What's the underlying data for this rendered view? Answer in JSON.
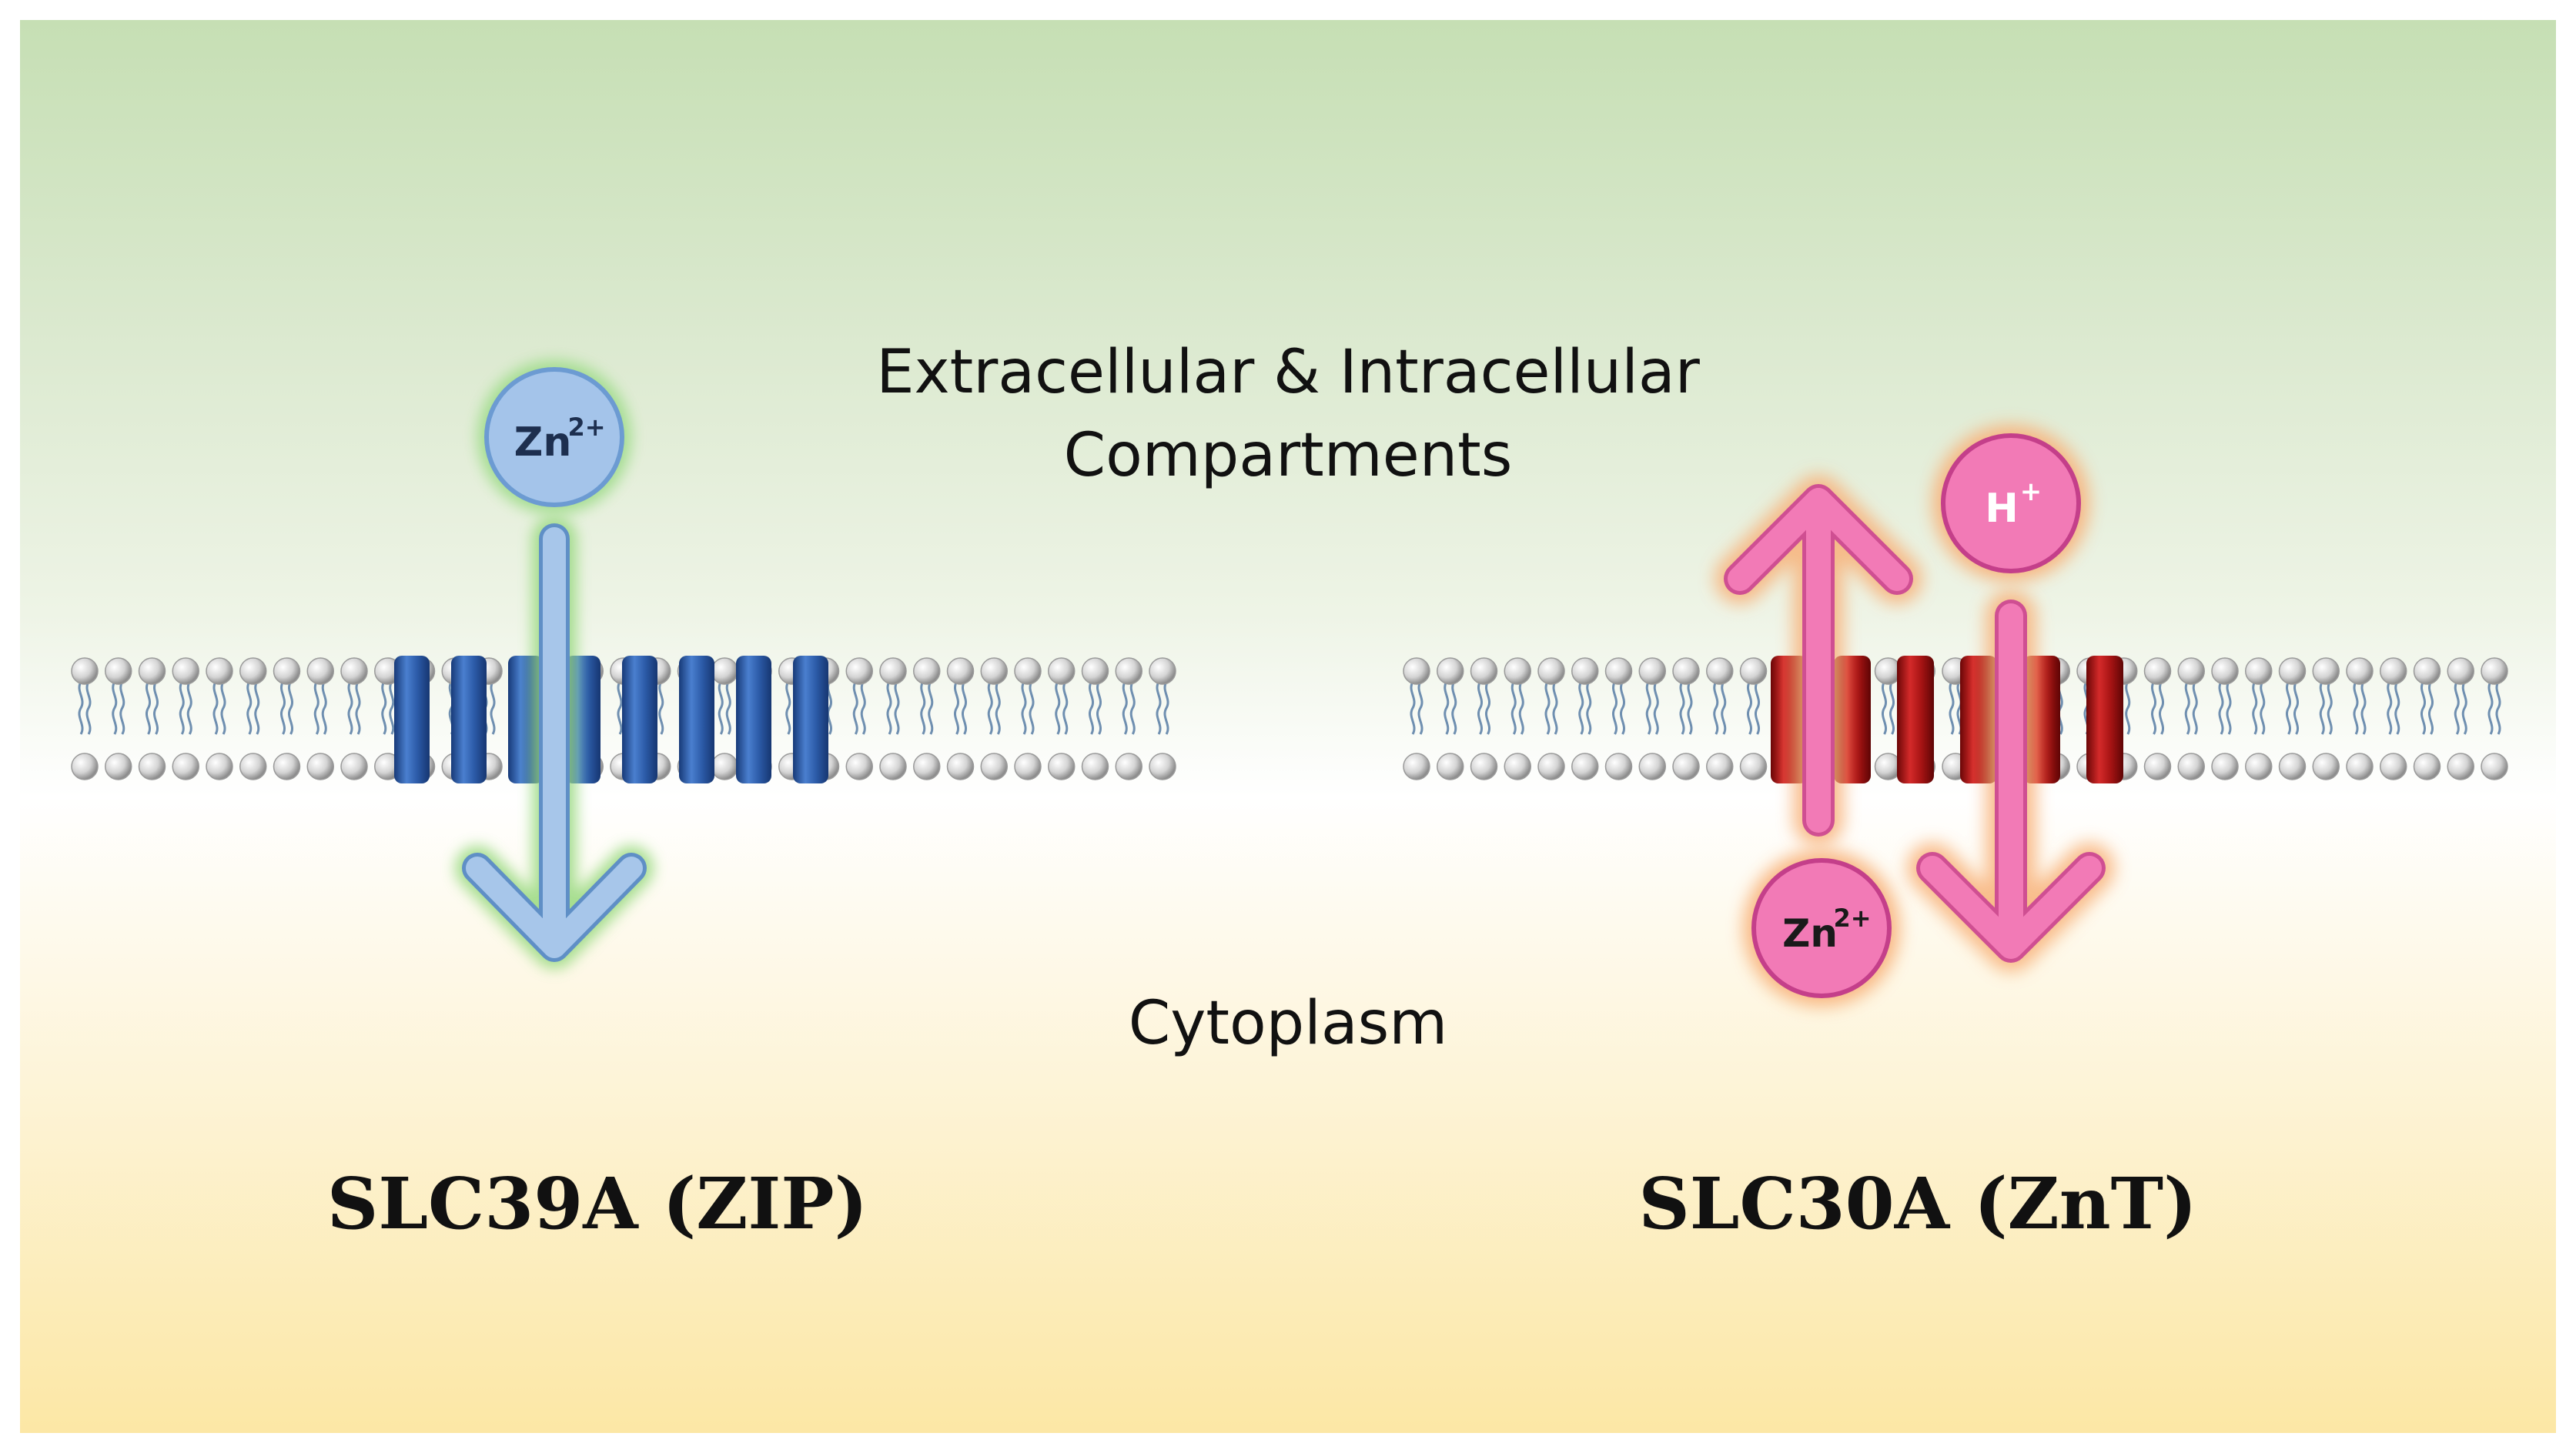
{
  "compartments": {
    "top_line1": "Extracellular & Intracellular",
    "top_line2": "Compartments",
    "bottom": "Cytoplasm"
  },
  "ions": {
    "zinc": "Zn",
    "zinc_charge": "2+",
    "proton": "H",
    "proton_charge": "+"
  },
  "transporters": {
    "left": "SLC39A (ZIP)",
    "right": "SLC30A (ZnT)"
  },
  "colors": {
    "zip_protein": "#2f5ea8",
    "znt_protein": "#a31616",
    "zip_ion": "#9ebde4",
    "zip_glow": "#9fdc8a",
    "znt_ion": "#f27ab6",
    "znt_glow": "#f8b27a",
    "lipid_head": "#d8d8d8"
  },
  "icons": [
    "lipid-bilayer",
    "transmembrane-helix",
    "zinc-ion",
    "proton-ion",
    "flow-arrow"
  ]
}
